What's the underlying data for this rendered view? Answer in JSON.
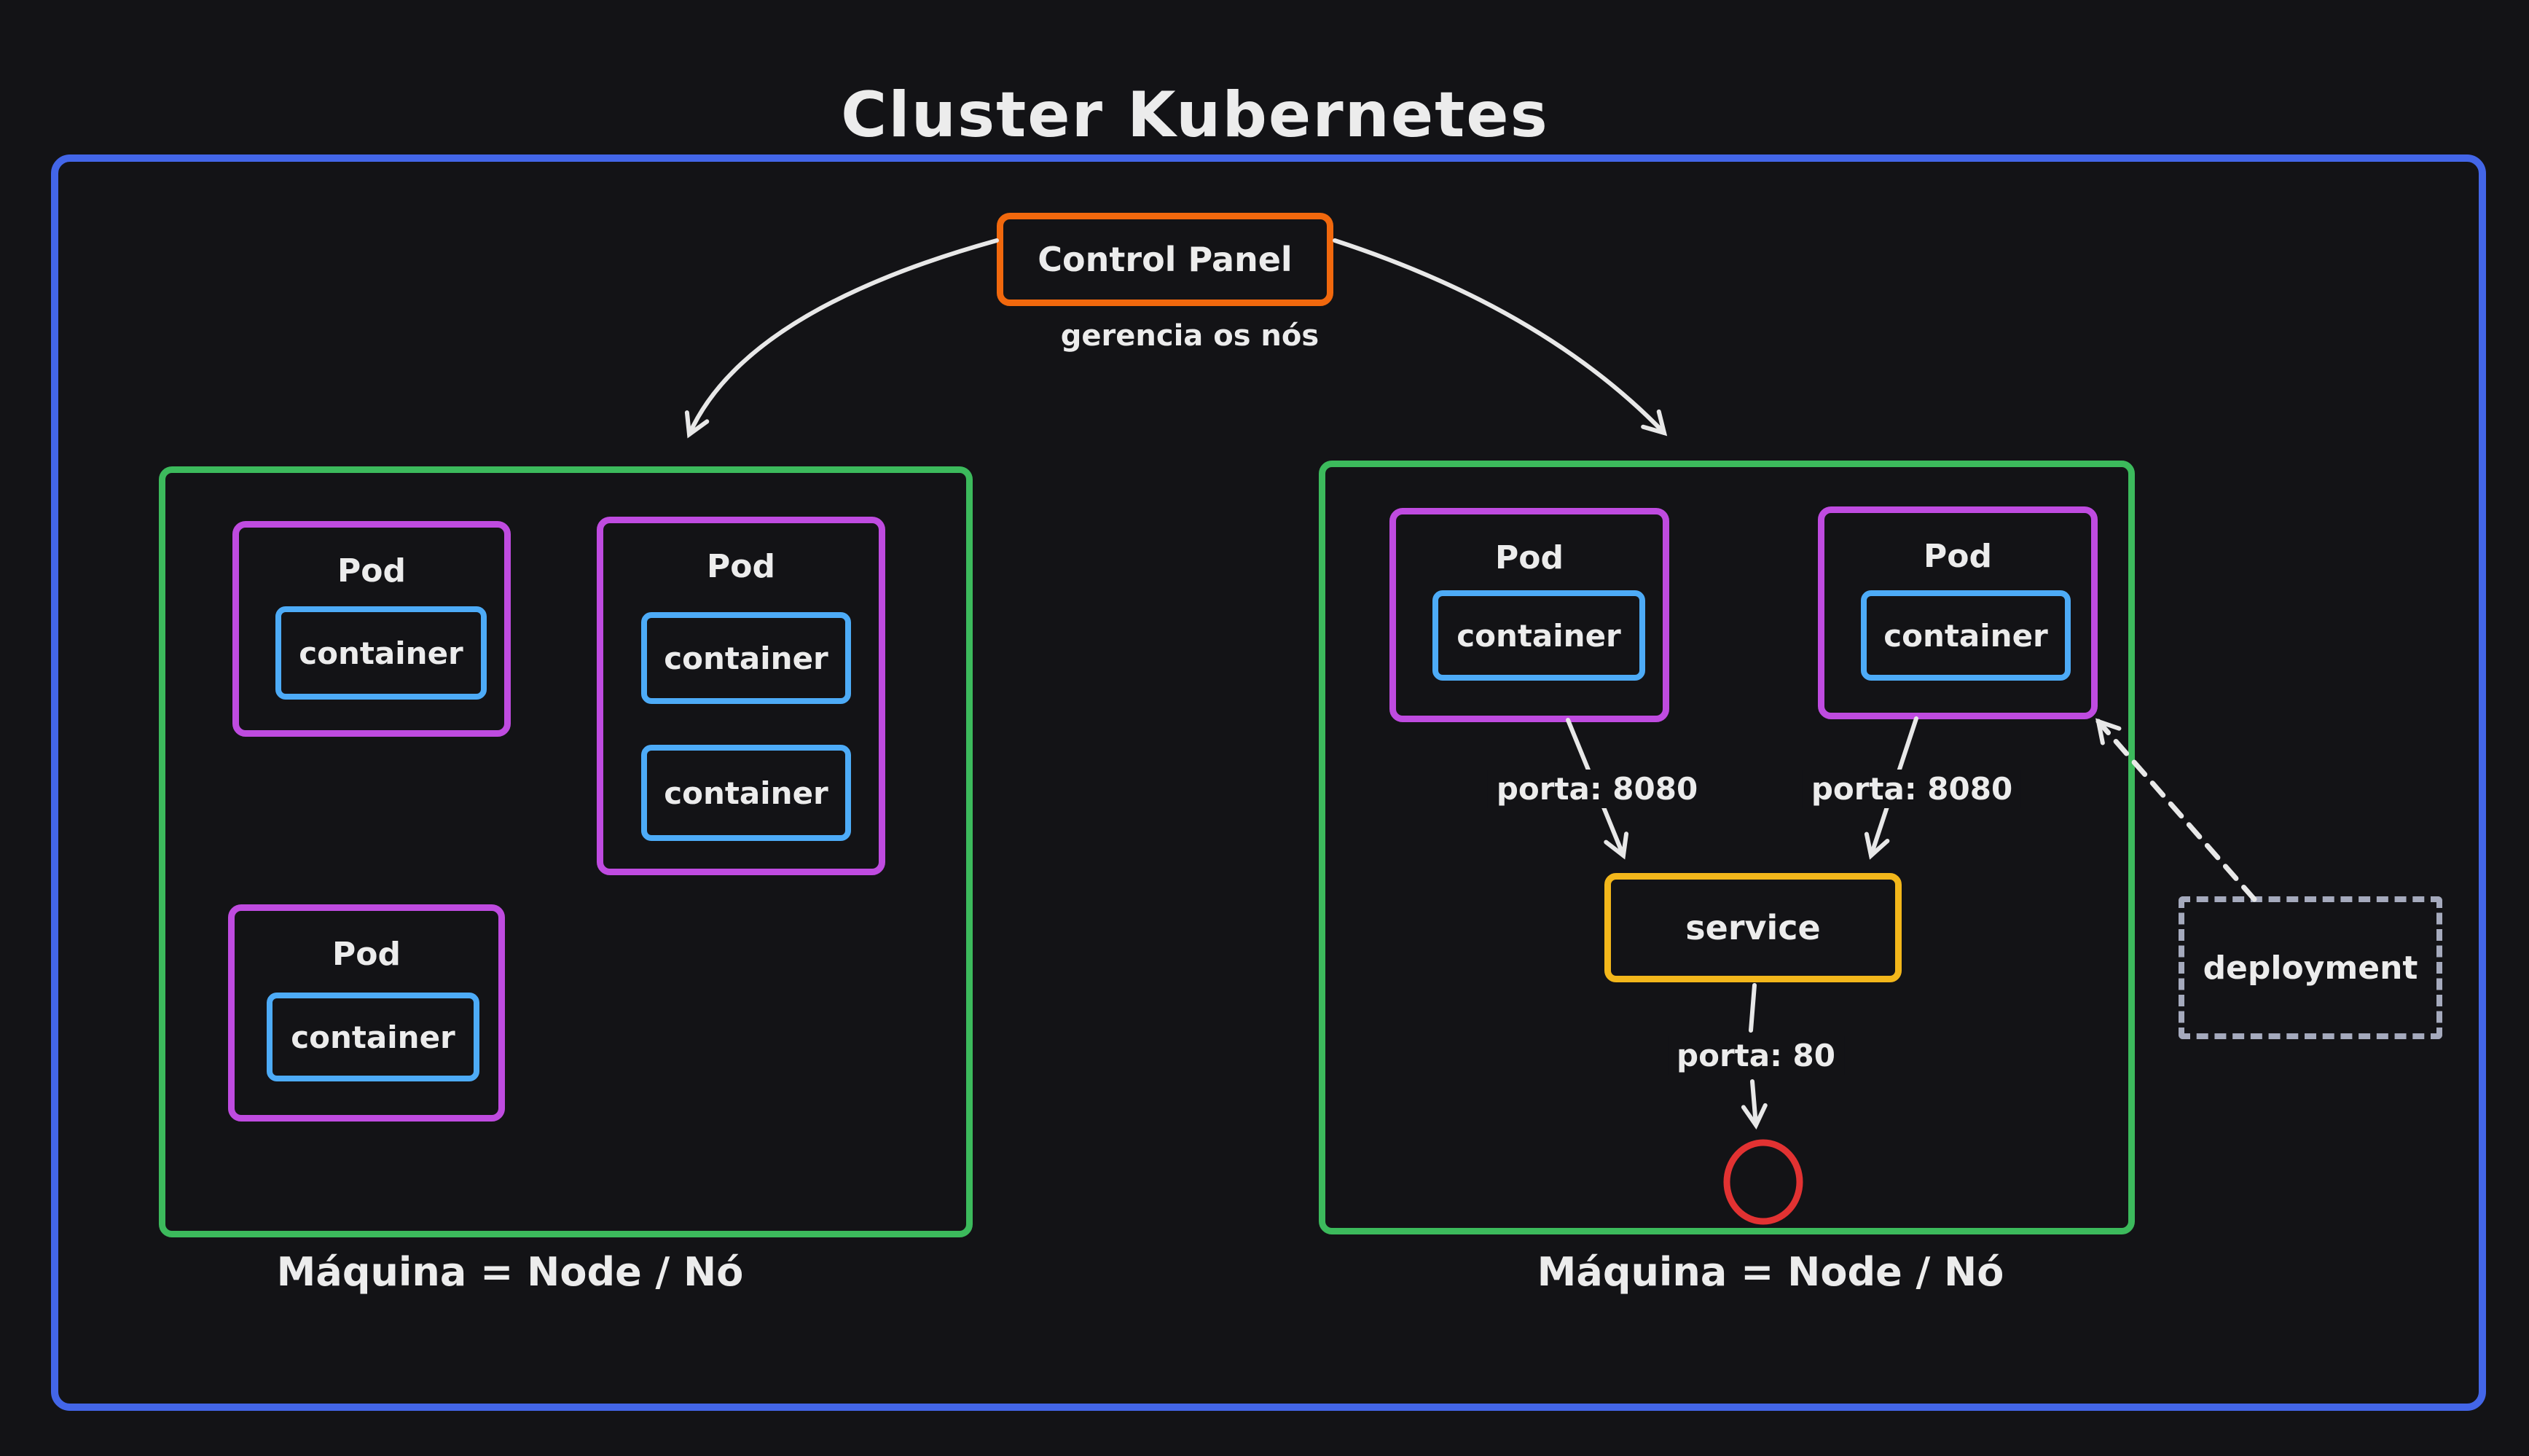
{
  "title": "Cluster Kubernetes",
  "control_panel": {
    "label": "Control Panel",
    "caption": "gerencia os nós"
  },
  "left_node": {
    "caption": "Máquina = Node / Nó",
    "pods": [
      {
        "title": "Pod",
        "containers": [
          "container"
        ]
      },
      {
        "title": "Pod",
        "containers": [
          "container",
          "container"
        ]
      },
      {
        "title": "Pod",
        "containers": [
          "container"
        ]
      }
    ]
  },
  "right_node": {
    "caption": "Máquina = Node / Nó",
    "pods": [
      {
        "title": "Pod",
        "containers": [
          "container"
        ]
      },
      {
        "title": "Pod",
        "containers": [
          "container"
        ]
      }
    ],
    "service": {
      "label": "service"
    },
    "port_labels": {
      "pod_a": "porta: 8080",
      "pod_b": "porta: 8080",
      "service_out": "porta: 80"
    }
  },
  "deployment": {
    "label": "deployment"
  },
  "colors": {
    "bg": "#131316",
    "ink": "#ececec",
    "blue": "#4366e8",
    "green": "#3cba5c",
    "purple": "#bf4be0",
    "lblue": "#4dabf7",
    "orange": "#f1680d",
    "yellow": "#f3b71b",
    "red": "#e23232",
    "gray": "#a5aabd"
  }
}
